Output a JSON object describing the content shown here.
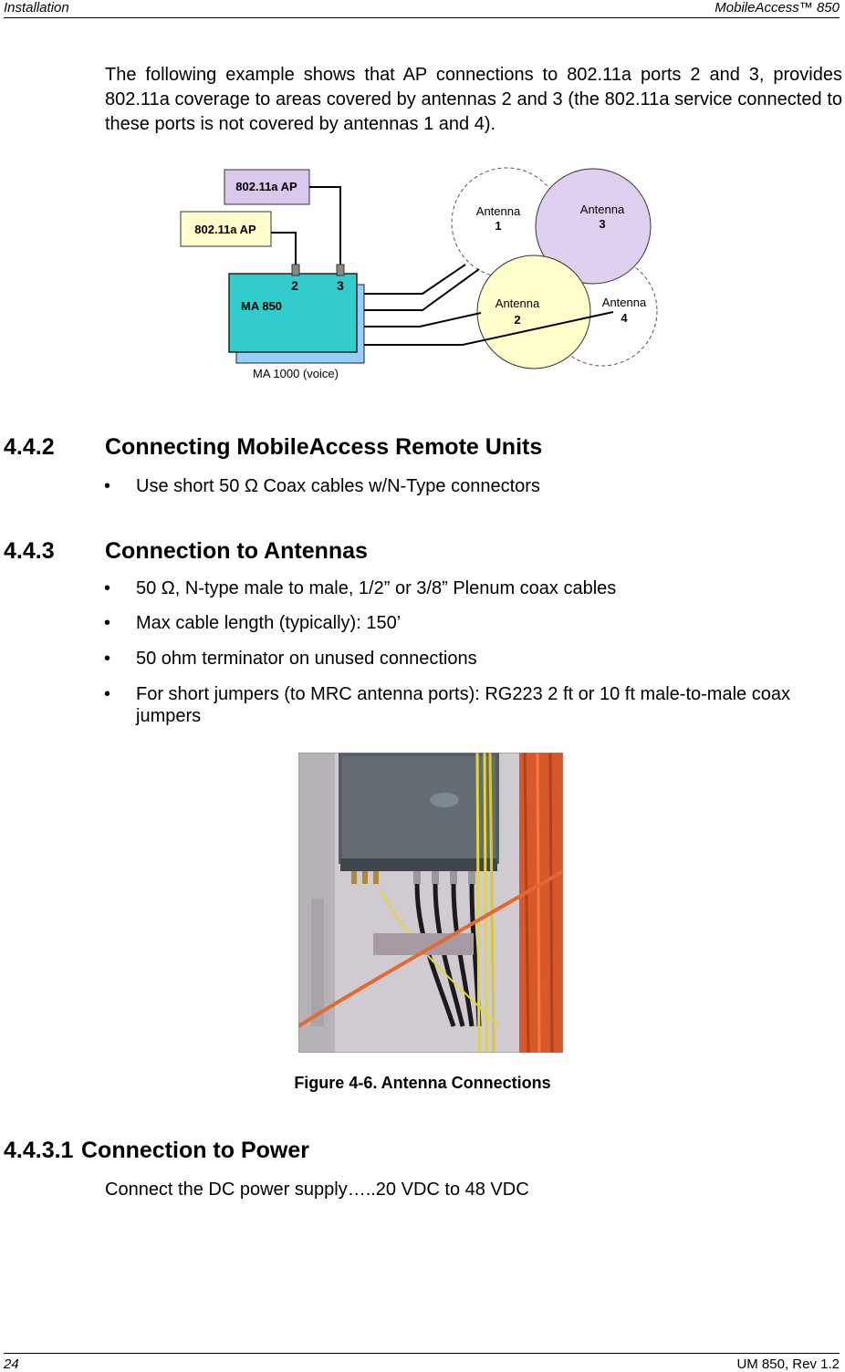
{
  "header": {
    "left": "Installation",
    "right": "MobileAccess™  850"
  },
  "footer": {
    "left": "24",
    "right": "UM 850, Rev 1.2"
  },
  "intro": "The following example shows that AP connections to 802.11a ports 2 and 3, provides 802.11a coverage to areas covered by antennas 2 and 3 (the 802.11a service connected to these ports is not covered by antennas 1 and 4).",
  "diagram": {
    "ap_top": "802.11a AP",
    "ap_left": "802.11a AP",
    "port2": "2",
    "port3": "3",
    "ma850": "MA 850",
    "ma1000": "MA 1000 (voice)",
    "antennas": [
      {
        "word": "Antenna",
        "num": "1"
      },
      {
        "word": "Antenna",
        "num": "3"
      },
      {
        "word": "Antenna",
        "num": "2"
      },
      {
        "word": "Antenna",
        "num": "4"
      }
    ],
    "colors": {
      "ap": "#d9c8ec",
      "ap_left": "#ffffcc",
      "ma850": "#33cccc",
      "ma1000": "#99ccff",
      "antenna3": "#e0d0f0",
      "antenna2": "#ffffcc"
    }
  },
  "section_442": {
    "number": "4.4.2",
    "title": "Connecting MobileAccess Remote Units",
    "bullets": [
      "Use short 50 Ω Coax cables w/N-Type connectors"
    ]
  },
  "section_443": {
    "number": "4.4.3",
    "title": "Connection to Antennas",
    "bullets": [
      "50 Ω, N-type male to male, 1/2” or 3/8” Plenum coax cables",
      "Max cable length (typically): 150’",
      "50 ohm terminator on unused connections",
      "For short jumpers (to MRC antenna ports): RG223 2 ft or 10 ft male-to-male coax jumpers"
    ]
  },
  "figure_caption": "Figure 4-6. Antenna Connections",
  "section_4431": {
    "number": "4.4.3.1",
    "title": "Connection to Power",
    "text": "Connect the DC power supply…..20 VDC to 48 VDC"
  }
}
